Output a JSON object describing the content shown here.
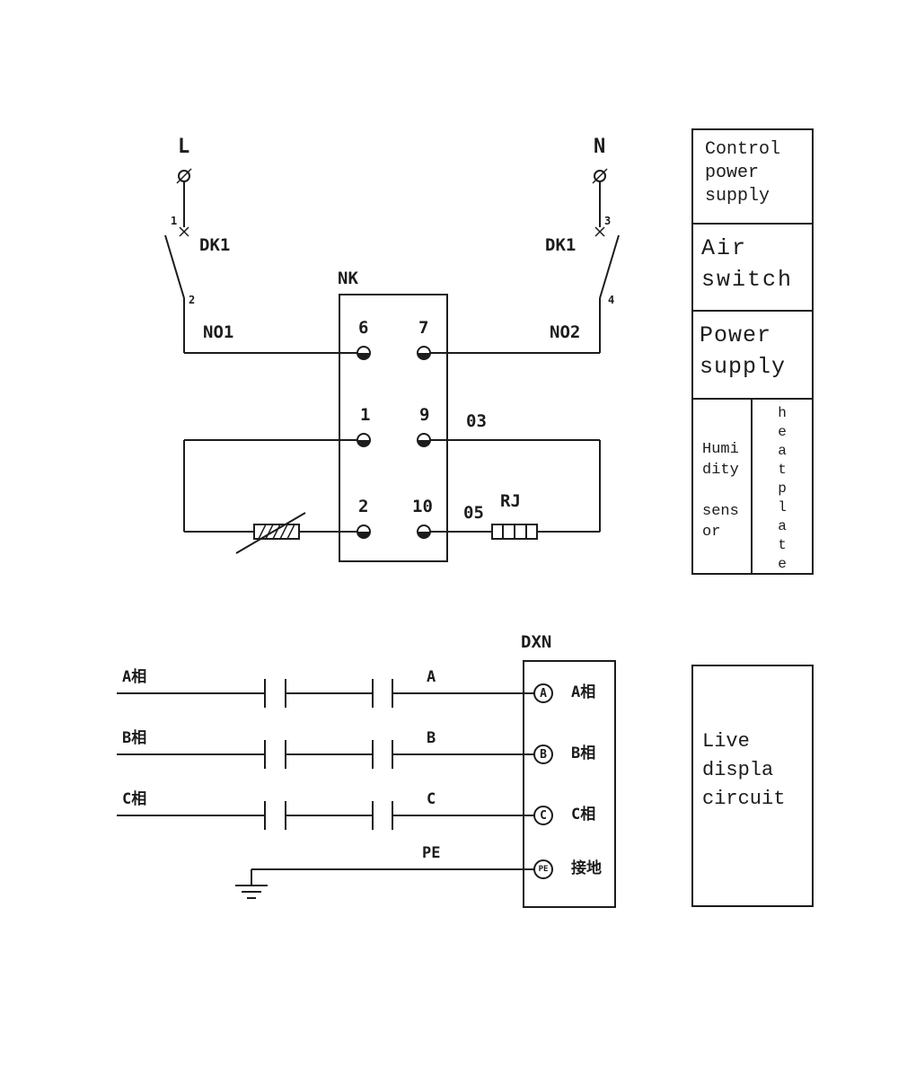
{
  "top_circuit": {
    "l": "L",
    "n": "N",
    "pole1": "1",
    "pole2": "2",
    "pole3": "3",
    "pole4": "4",
    "dk1_left": "DK1",
    "dk1_right": "DK1",
    "no1": "NO1",
    "no2": "NO2",
    "nk": "NK",
    "t6": "6",
    "t7": "7",
    "t1": "1",
    "t9": "9",
    "t2": "2",
    "t10": "10",
    "wire_03": "03",
    "wire_05": "05",
    "rj": "RJ"
  },
  "legend": {
    "control_power_supply": "Control\npower\nsupply",
    "air_switch": "Air\nswitch",
    "power_supply": "Power\nsupply",
    "humidity_sensor": "Humidity\n\nsensor",
    "heatplate": "heatplate"
  },
  "bottom_circuit": {
    "dxn": "DXN",
    "phase_a_left": "A相",
    "phase_b_left": "B相",
    "phase_c_left": "C相",
    "wire_a": "A",
    "wire_b": "B",
    "wire_c": "C",
    "wire_pe": "PE",
    "term_a": "A",
    "term_b": "B",
    "term_c": "C",
    "term_pe": "PE",
    "phase_a_right": "A相",
    "phase_b_right": "B相",
    "phase_c_right": "C相",
    "ground_right": "接地"
  },
  "live_display_box": {
    "label": "Live\ndispla\ncircuit"
  }
}
